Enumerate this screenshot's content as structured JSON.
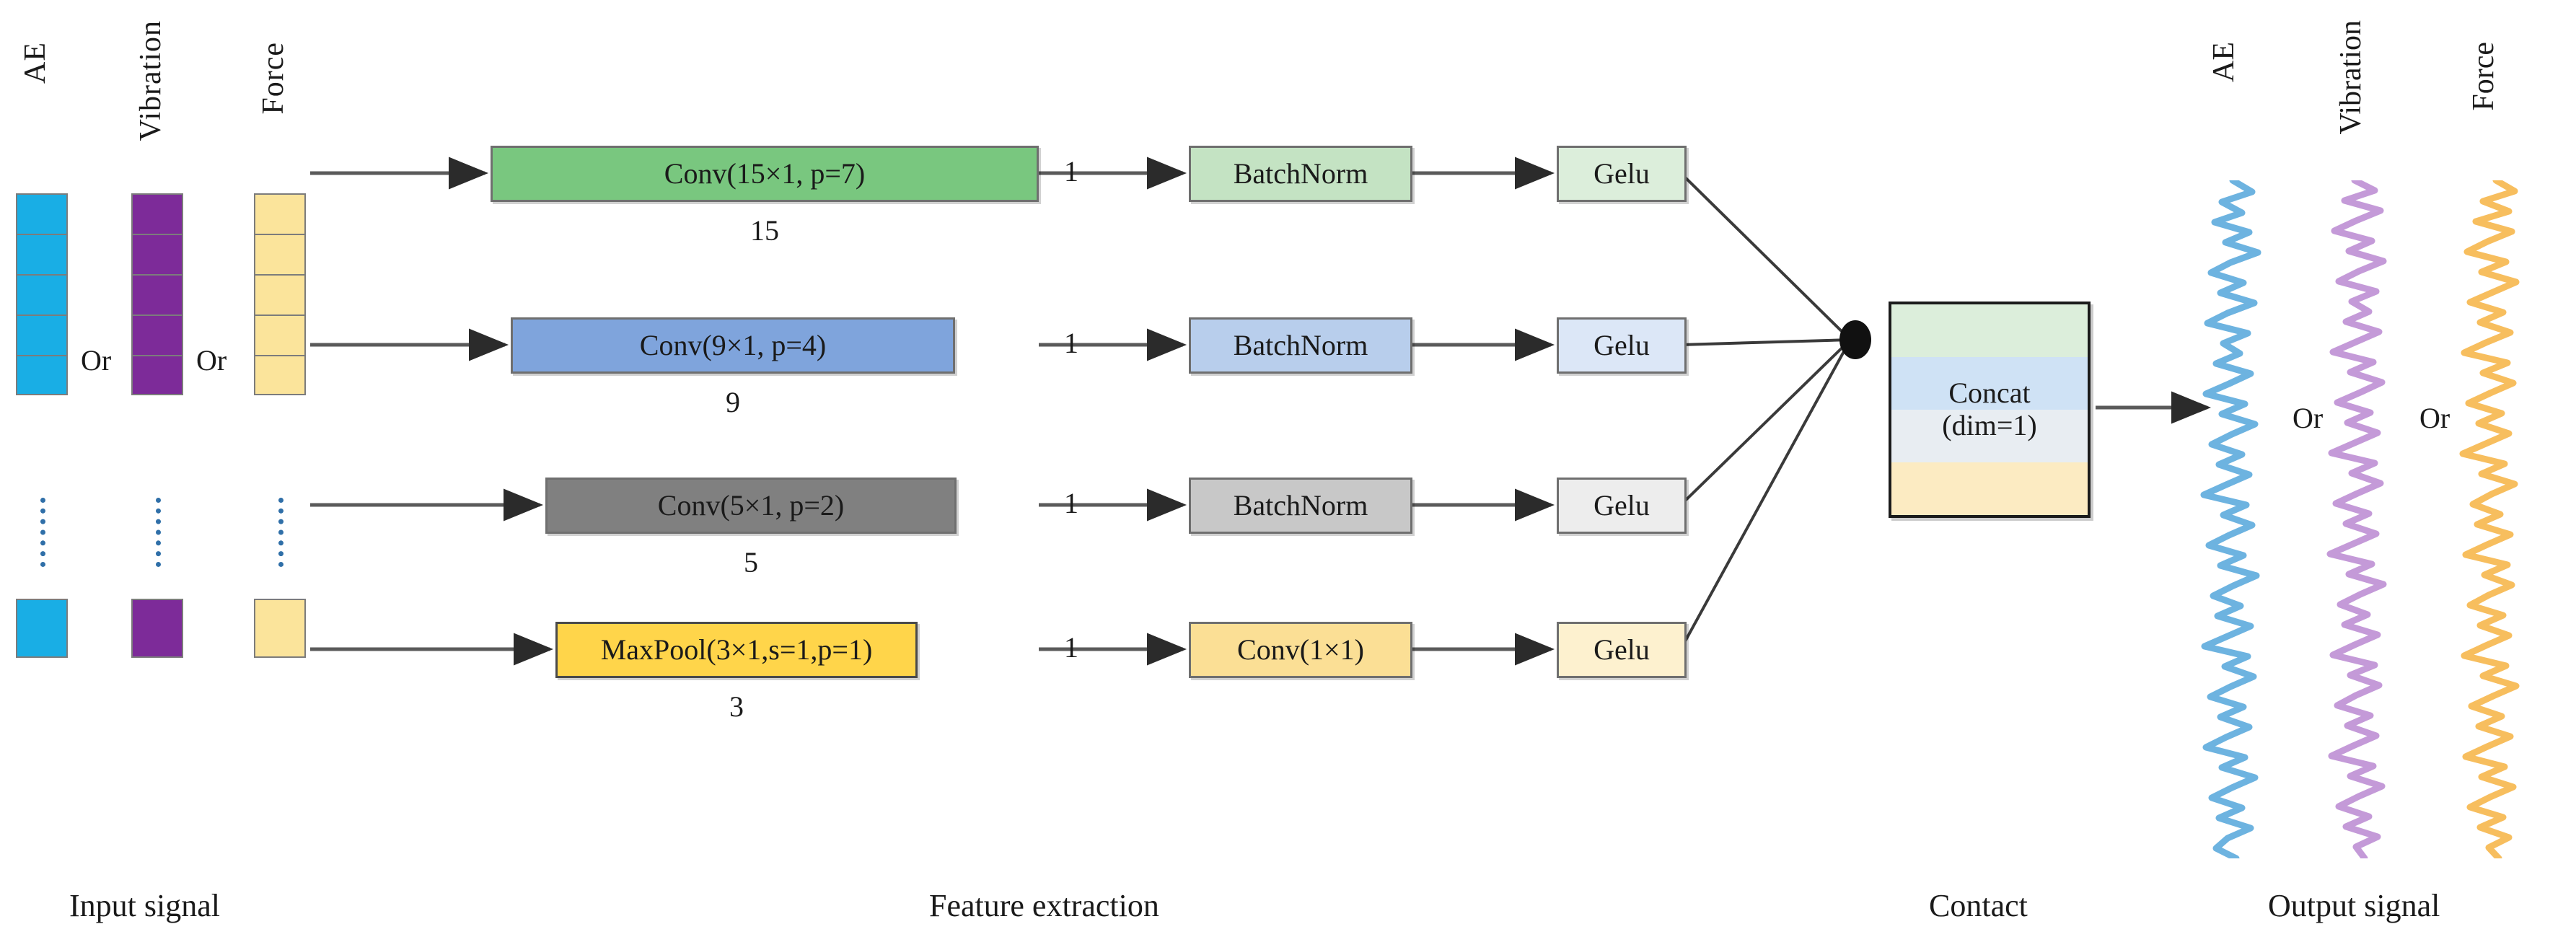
{
  "figure": {
    "type": "diagram",
    "title": "Multi-scale convolutional feature extraction network",
    "background": "#ffffff"
  },
  "sections": [
    {
      "id": "input",
      "caption": "Input signal"
    },
    {
      "id": "feature",
      "caption": "Feature extraction"
    },
    {
      "id": "contact",
      "caption": "Contact"
    },
    {
      "id": "output",
      "caption": "Output signal"
    }
  ],
  "captions": {
    "input": "Input signal",
    "feature": "Feature extraction",
    "contact": "Contact",
    "output": "Output signal"
  },
  "input_signals": {
    "or_label": "Or",
    "columns": [
      {
        "name": "AE",
        "label": "AE",
        "color": "#19AEE5",
        "border": "#7c7c7c",
        "cells": 5,
        "tail_cells": 1
      },
      {
        "name": "Vibration",
        "label": "Vibration",
        "color": "#7D2B99",
        "border": "#7c7c7c",
        "cells": 5,
        "tail_cells": 1
      },
      {
        "name": "Force",
        "label": "Force",
        "color": "#FBE49B",
        "border": "#7c7c7c",
        "cells": 5,
        "tail_cells": 1
      }
    ],
    "separators": [
      "Or",
      "Or"
    ]
  },
  "branches": [
    {
      "id": "branch-1",
      "op_label": "Conv(15×1, p=7)",
      "kernel_label": "15",
      "channel_label": "1",
      "norm_label": "BatchNorm",
      "act_label": "Gelu",
      "fill": "#79C77F",
      "norm_fill": "#C4E3C3",
      "act_fill": "#DCEEDB",
      "stroke": "#6f6f6f"
    },
    {
      "id": "branch-2",
      "op_label": "Conv(9×1, p=4)",
      "kernel_label": "9",
      "channel_label": "1",
      "norm_label": "BatchNorm",
      "act_label": "Gelu",
      "fill": "#7FA4DC",
      "norm_fill": "#B8CEEC",
      "act_fill": "#DCE7F7",
      "stroke": "#6f6f6f"
    },
    {
      "id": "branch-3",
      "op_label": "Conv(5×1, p=2)",
      "kernel_label": "5",
      "channel_label": "1",
      "norm_label": "BatchNorm",
      "act_label": "Gelu",
      "fill": "#808080",
      "norm_fill": "#C8C8C8",
      "act_fill": "#EDEDED",
      "stroke": "#6f6f6f"
    },
    {
      "id": "branch-4",
      "op_label": "MaxPool(3×1,s=1,p=1)",
      "kernel_label": "3",
      "channel_label": "1",
      "norm_label": "Conv(1×1)",
      "act_label": "Gelu",
      "fill": "#FFD54A",
      "norm_fill": "#FBDF95",
      "act_fill": "#FDF1CF",
      "stroke": "#6f6f6f"
    }
  ],
  "concat": {
    "line1": "Concat",
    "line2": "(dim=1)",
    "bands": [
      "#DCEEDB",
      "#CFE2F5",
      "#E8EDF2",
      "#FCEBC2"
    ],
    "border": "#1b1b1b"
  },
  "output_signals": {
    "or_label": "Or",
    "columns": [
      {
        "name": "AE",
        "label": "AE",
        "color": "#6DB3E0"
      },
      {
        "name": "Vibration",
        "label": "Vibration",
        "color": "#C49AD8"
      },
      {
        "name": "Force",
        "label": "Force",
        "color": "#F7BE5E"
      }
    ],
    "separators": [
      "Or",
      "Or"
    ]
  },
  "colors": {
    "arrow": "#5a5a5a",
    "edge": "#3a3a3a",
    "text": "#1a1a1a",
    "dots": "#2f6fa8"
  }
}
